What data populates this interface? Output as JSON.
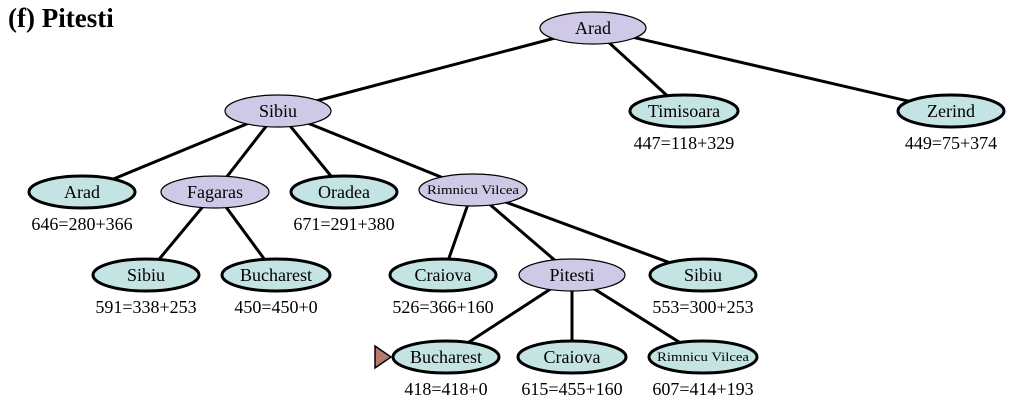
{
  "title": "(f) Pitesti",
  "colors": {
    "expanded_fill": "#cfc8e6",
    "frontier_fill": "#c4e4e4",
    "marker_fill": "#b77a6c",
    "edge": "#000000",
    "text": "#000000"
  },
  "marker_icon": "right-triangle-icon",
  "nodes": [
    {
      "id": "arad-root",
      "label": "Arad",
      "state": "expanded",
      "f": ""
    },
    {
      "id": "sibiu",
      "label": "Sibiu",
      "state": "expanded",
      "f": ""
    },
    {
      "id": "timisoara",
      "label": "Timisoara",
      "state": "frontier",
      "f": "447=118+329"
    },
    {
      "id": "zerind",
      "label": "Zerind",
      "state": "frontier",
      "f": "449=75+374"
    },
    {
      "id": "arad-2",
      "label": "Arad",
      "state": "frontier",
      "f": "646=280+366"
    },
    {
      "id": "fagaras",
      "label": "Fagaras",
      "state": "expanded",
      "f": ""
    },
    {
      "id": "oradea",
      "label": "Oradea",
      "state": "frontier",
      "f": "671=291+380"
    },
    {
      "id": "rimnicu-vilcea",
      "label": "Rimnicu Vilcea",
      "state": "expanded",
      "f": ""
    },
    {
      "id": "sibiu-2",
      "label": "Sibiu",
      "state": "frontier",
      "f": "591=338+253"
    },
    {
      "id": "bucharest-1",
      "label": "Bucharest",
      "state": "frontier",
      "f": "450=450+0"
    },
    {
      "id": "craiova-1",
      "label": "Craiova",
      "state": "frontier",
      "f": "526=366+160"
    },
    {
      "id": "pitesti",
      "label": "Pitesti",
      "state": "expanded",
      "f": ""
    },
    {
      "id": "sibiu-3",
      "label": "Sibiu",
      "state": "frontier",
      "f": "553=300+253"
    },
    {
      "id": "bucharest-2",
      "label": "Bucharest",
      "state": "frontier",
      "f": "418=418+0",
      "marked": true
    },
    {
      "id": "craiova-2",
      "label": "Craiova",
      "state": "frontier",
      "f": "615=455+160"
    },
    {
      "id": "rimnicu-vilcea-2",
      "label": "Rimnicu Vilcea",
      "state": "frontier",
      "f": "607=414+193"
    }
  ],
  "edges": [
    [
      "arad-root",
      "sibiu"
    ],
    [
      "arad-root",
      "timisoara"
    ],
    [
      "arad-root",
      "zerind"
    ],
    [
      "sibiu",
      "arad-2"
    ],
    [
      "sibiu",
      "fagaras"
    ],
    [
      "sibiu",
      "oradea"
    ],
    [
      "sibiu",
      "rimnicu-vilcea"
    ],
    [
      "fagaras",
      "sibiu-2"
    ],
    [
      "fagaras",
      "bucharest-1"
    ],
    [
      "rimnicu-vilcea",
      "craiova-1"
    ],
    [
      "rimnicu-vilcea",
      "pitesti"
    ],
    [
      "rimnicu-vilcea",
      "sibiu-3"
    ],
    [
      "pitesti",
      "bucharest-2"
    ],
    [
      "pitesti",
      "craiova-2"
    ],
    [
      "pitesti",
      "rimnicu-vilcea-2"
    ]
  ]
}
